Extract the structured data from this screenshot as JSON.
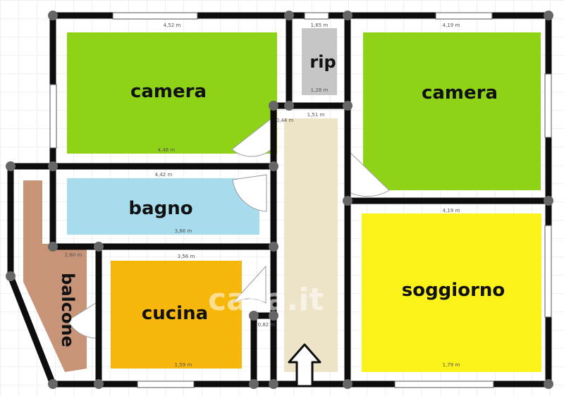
{
  "rooms": {
    "camera_left": "camera",
    "rip": "rip",
    "camera_right": "camera",
    "bagno": "bagno",
    "soggiorno": "soggiorno",
    "cucina": "cucina",
    "balcone": "balcone"
  },
  "dimensions": {
    "d1": "4,52 m",
    "d2": "1,65 m",
    "d3": "4,19 m",
    "d4": "1,28 m",
    "d5": "4,48 m",
    "d6": "4,42 m",
    "d7": "4,19 m",
    "d8": "3,56 m",
    "d9": "0,82 m",
    "d10": "1,51 m",
    "d11": "0,44 m",
    "d12": "2,60 m",
    "d13": "3,66 m",
    "d14": "1,59 m",
    "d15": "1,79 m"
  },
  "watermark": "casa.it",
  "colors": {
    "camera": "#8fd317",
    "rip": "#c6c6c6",
    "bagno": "#a6dcec",
    "soggiorno": "#fbf21a",
    "cucina": "#f7b70a",
    "balcone": "#c79478",
    "corridor": "#ede3c6",
    "wall": "#0d0d0d",
    "joint": "#666666"
  }
}
